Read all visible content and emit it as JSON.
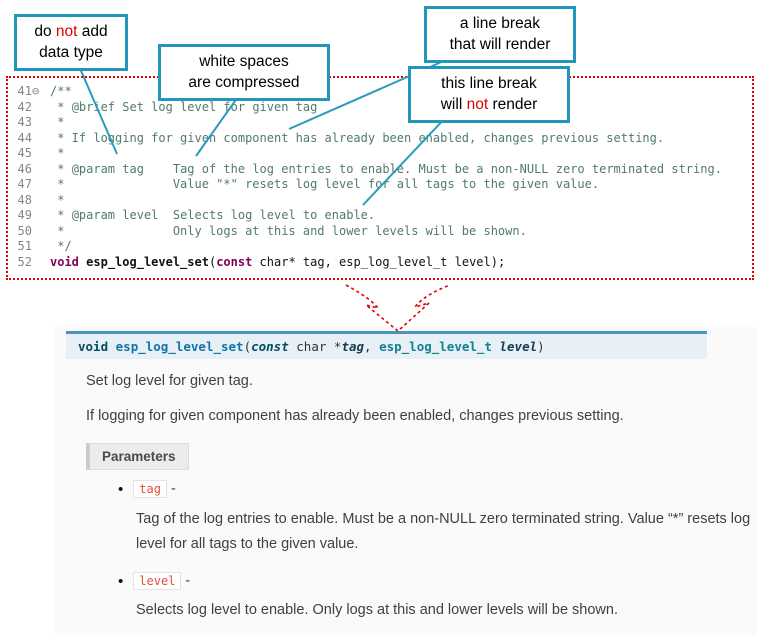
{
  "colors": {
    "callout_border": "#2396bd",
    "annotation_line": "#2a9abd",
    "dotted_red": "#e00000",
    "red_text": "#e00000",
    "comment_text": "#527a6e",
    "keyword_text": "#7f0055",
    "signature_bg": "#e7f0f7",
    "signature_border": "#4d93bc",
    "docs_bg": "#fafafa",
    "inline_code_red": "#e74c3c"
  },
  "callouts": {
    "no_datatype": {
      "line1_pre": "do ",
      "line1_red": "not",
      "line1_post": " add",
      "line2": "data type"
    },
    "whitespace": {
      "line1": "white spaces",
      "line2": "are compressed"
    },
    "linebreak_render": {
      "line1": "a line break",
      "line2": "that will render"
    },
    "linebreak_norender": {
      "line1": "this line break",
      "line2_pre": "will ",
      "line2_red": "not",
      "line2_post": " render"
    }
  },
  "editor": {
    "lines": [
      {
        "num": "41",
        "fold": "⊖",
        "segs": [
          [
            "/**",
            "cmt"
          ]
        ]
      },
      {
        "num": "42",
        "fold": "",
        "segs": [
          [
            " * ",
            "cmt"
          ],
          [
            "@brief",
            "tagk"
          ],
          [
            " Set log level for given tag",
            "cmt"
          ]
        ]
      },
      {
        "num": "43",
        "fold": "",
        "segs": [
          [
            " *",
            "cmt"
          ]
        ]
      },
      {
        "num": "44",
        "fold": "",
        "segs": [
          [
            " * If logging for given component has already been enabled, changes previous setting.",
            "cmt"
          ]
        ]
      },
      {
        "num": "45",
        "fold": "",
        "segs": [
          [
            " *",
            "cmt"
          ]
        ]
      },
      {
        "num": "46",
        "fold": "",
        "segs": [
          [
            " * ",
            "cmt"
          ],
          [
            "@param",
            "tagk"
          ],
          [
            " tag    Tag of the log entries to enable. Must be a non-NULL zero terminated string.",
            "cmt"
          ]
        ]
      },
      {
        "num": "47",
        "fold": "",
        "segs": [
          [
            " *               Value \"*\" resets log level for all tags to the given value.",
            "cmt"
          ]
        ]
      },
      {
        "num": "48",
        "fold": "",
        "segs": [
          [
            " *",
            "cmt"
          ]
        ]
      },
      {
        "num": "49",
        "fold": "",
        "segs": [
          [
            " * ",
            "cmt"
          ],
          [
            "@param",
            "tagk"
          ],
          [
            " level  Selects log level to enable.",
            "cmt"
          ]
        ]
      },
      {
        "num": "50",
        "fold": "",
        "segs": [
          [
            " *               Only logs at this and lower levels will be shown.",
            "cmt"
          ]
        ]
      },
      {
        "num": "51",
        "fold": "",
        "segs": [
          [
            " */",
            "cmt"
          ]
        ]
      },
      {
        "num": "52",
        "fold": "",
        "segs": [
          [
            "void",
            "kw"
          ],
          [
            " ",
            "pl"
          ],
          [
            "esp_log_level_set",
            "fn"
          ],
          [
            "(",
            "pl"
          ],
          [
            "const",
            "kw"
          ],
          [
            " char* tag, esp_log_level_t level);",
            "pl"
          ]
        ]
      }
    ]
  },
  "docs": {
    "signature": {
      "kw1": "void ",
      "fn": "esp_log_level_set",
      "open": "(",
      "kw2": "const",
      "type1": " char *",
      "arg1": "tag",
      "comma": ", ",
      "type2": "esp_log_level_t",
      "sp": " ",
      "arg2": "level",
      "close": ")"
    },
    "brief": "Set log level for given tag.",
    "body": "If logging for given component has already been enabled, changes previous setting.",
    "parameters_label": "Parameters",
    "bullet": "•",
    "params": [
      {
        "name": "tag",
        "sep": " -",
        "desc": "Tag of the log entries to enable. Must be a non-NULL zero terminated string. Value “*” resets log level for all tags to the given value."
      },
      {
        "name": "level",
        "sep": " -",
        "desc": "Selects log level to enable. Only logs at this and lower levels will be shown."
      }
    ]
  }
}
